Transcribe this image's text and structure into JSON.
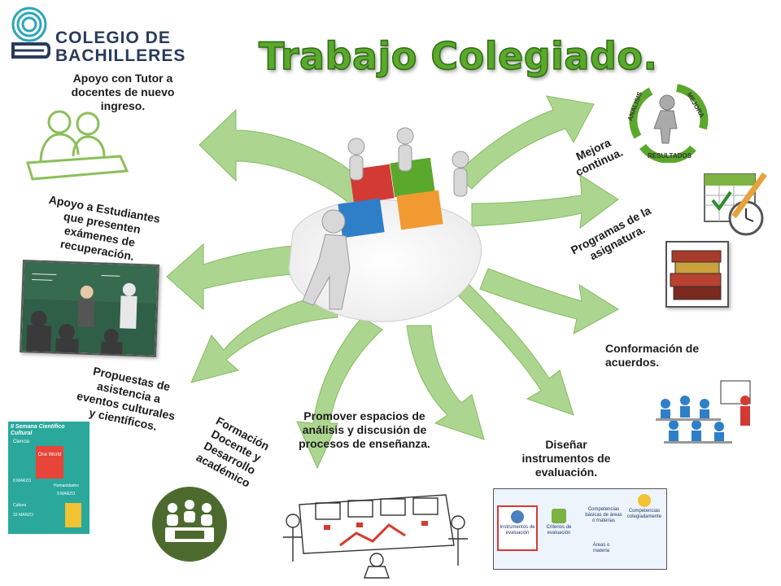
{
  "logo": {
    "line1": "COLEGIO DE",
    "line2": "BACHILLERES"
  },
  "title": "Trabajo Colegiado.",
  "cycle_labels": {
    "analysis": "ANALISIS",
    "improve": "MEJORA",
    "results": "RESULTADOS"
  },
  "labels": {
    "tutor": "Apoyo con Tutor a docentes  de nuevo ingreso.",
    "estudiantes": "Apoyo a Estudiantes que presenten exámenes de recuperación.",
    "propuestas": "Propuestas de asistencia a eventos culturales y científicos.",
    "formacion": "Formación Docente y Desarrollo académico",
    "promover": "Promover espacios de análisis y discusión de procesos de enseñanza.",
    "disenar": "Diseñar instrumentos de evaluación.",
    "conformacion": "Conformación de acuerdos.",
    "programas": "Programas de la asignatura.",
    "mejora": "Mejora continua."
  },
  "poster": {
    "title": "II Semana Científico Cultural",
    "item1": "Ciencia",
    "item2": "One World",
    "date1": "8 MARZO",
    "item3": "Humanidades",
    "date2": "9 MARZO",
    "item4": "Cultura",
    "date3": "10 MARZO"
  },
  "eval_diagram": {
    "box1": "Instrumentos de evaluación",
    "box2": "Criterios de evaluación",
    "box3": "Competencias básicas de áreas o materias",
    "box4": "Competencias colegiadamente",
    "box5": "Áreas o materia"
  },
  "colors": {
    "green": "#5aa82c",
    "arrow": "#9fcf7a",
    "arrow_dark": "#79b44f",
    "dark_green": "#3e5d2a"
  }
}
